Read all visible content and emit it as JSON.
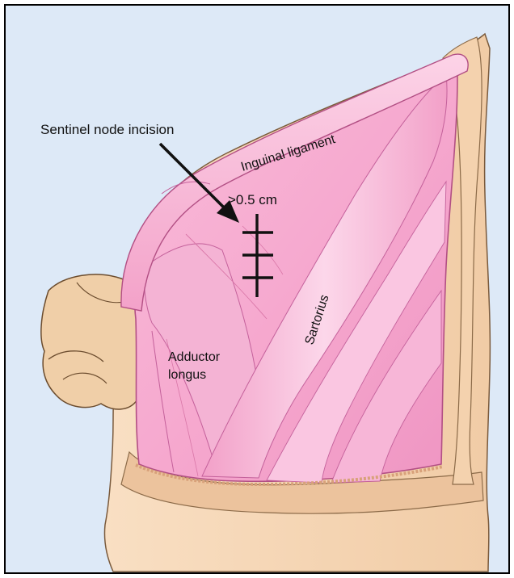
{
  "labels": {
    "sentinel": "Sentinel node incision",
    "inguinal": "Inguinal ligament",
    "distance": ">0.5 cm",
    "sartorius": "Sartorius",
    "adductor_line1": "Adductor",
    "adductor_line2": "longus"
  },
  "colors": {
    "background": "#dde9f7",
    "skin": "#f7d9b9",
    "skin_shadow": "#e6b98f",
    "muscle": "#f6a9cf",
    "muscle_light": "#fbd0e6",
    "muscle_dark": "#e885b6",
    "ink": "#111111"
  },
  "icons": {
    "arrow": "pointer-arrow",
    "incision": "incision-mark"
  }
}
